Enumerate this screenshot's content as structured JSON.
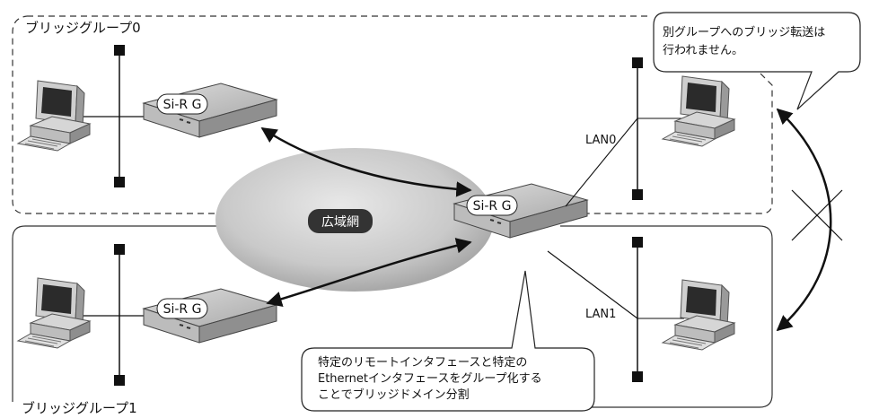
{
  "groups": {
    "group0_label": "ブリッジグループ0",
    "group1_label": "ブリッジグループ1"
  },
  "network": {
    "wan_label": "広域網"
  },
  "routers": {
    "left_top": "Si-R G",
    "left_bottom": "Si-R G",
    "center": "Si-R G"
  },
  "lans": {
    "lan0": "LAN0",
    "lan1": "LAN1"
  },
  "callouts": {
    "top_right_line1": "別グループへのブリッジ転送は",
    "top_right_line2": "行われません。",
    "bottom_line1": "特定のリモートインタフェースと特定の",
    "bottom_line2": "Ethernetインタフェースをグループ化する",
    "bottom_line3": "ことでブリッジドメイン分割"
  },
  "colors": {
    "cloud": "#c8c8c8",
    "router_body": "#b9b9b9",
    "wan_label_bg": "#333333",
    "line": "#111111"
  }
}
